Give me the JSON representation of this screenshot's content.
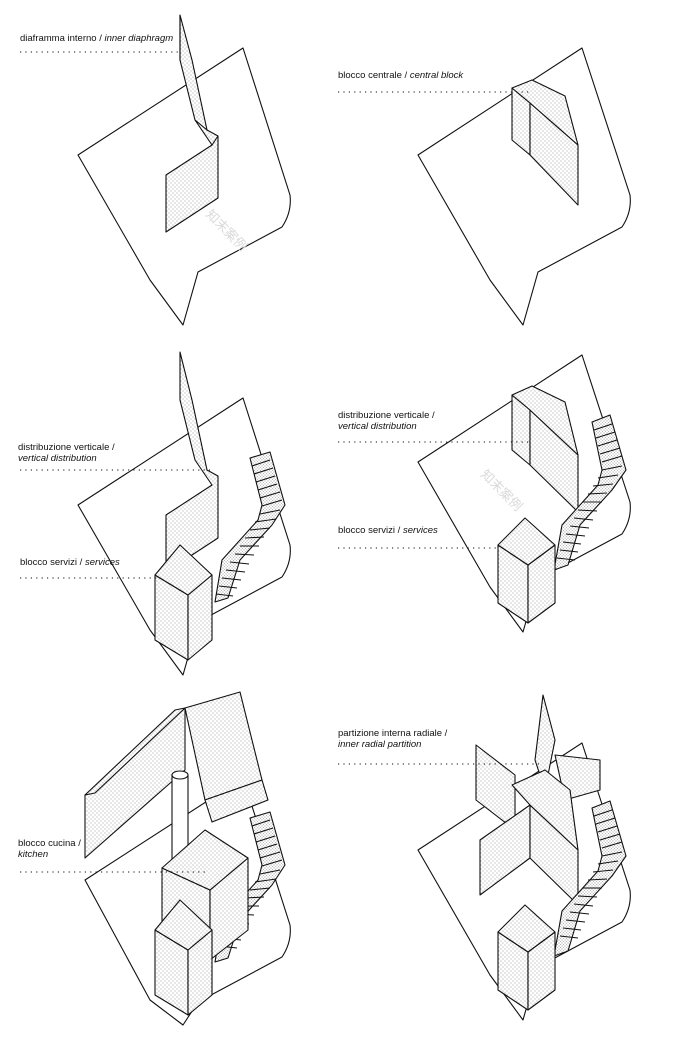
{
  "panels": [
    {
      "id": "p1",
      "labels": [
        {
          "line1": "diaframma interno / ",
          "line1_italic": "inner diaphragm",
          "line2": ""
        }
      ]
    },
    {
      "id": "p2",
      "labels": [
        {
          "line1": "blocco centrale / ",
          "line1_italic": "central block",
          "line2": ""
        }
      ]
    },
    {
      "id": "p3",
      "labels": [
        {
          "line1": "distribuzione verticale /",
          "line1_italic": "",
          "line2": "vertical distribution"
        },
        {
          "line1": "blocco servizi / ",
          "line1_italic": "services",
          "line2": ""
        }
      ]
    },
    {
      "id": "p4",
      "labels": [
        {
          "line1": "distribuzione verticale /",
          "line1_italic": "",
          "line2": "vertical distribution"
        },
        {
          "line1": "blocco servizi / ",
          "line1_italic": "services",
          "line2": ""
        }
      ]
    },
    {
      "id": "p5",
      "labels": [
        {
          "line1": "blocco cucina /",
          "line1_italic": "",
          "line2": "kitchen"
        }
      ]
    },
    {
      "id": "p6",
      "labels": [
        {
          "line1": "partizione interna radiale /",
          "line1_italic": "",
          "line2": "inner radial partition"
        }
      ]
    }
  ],
  "watermark": "知末案例",
  "colors": {
    "ink": "#111111",
    "hatch": "#8a8a8a",
    "paper": "#ffffff",
    "watermark": "#d9d9d9"
  }
}
